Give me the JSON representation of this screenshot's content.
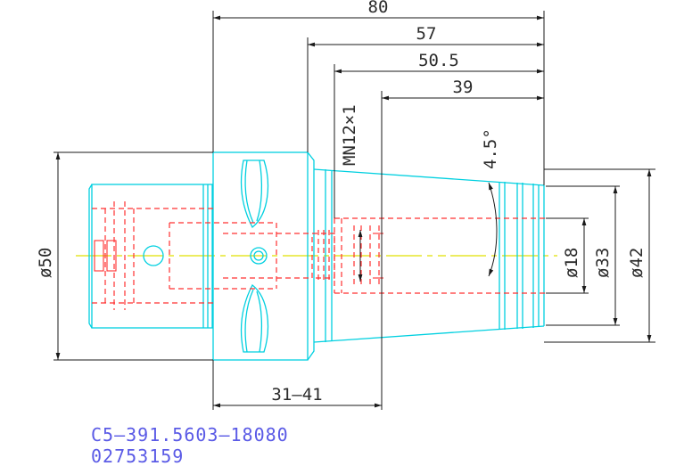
{
  "colors": {
    "outline": "#00d0e0",
    "hidden": "#ff3030",
    "dimension": "#1a1a1a",
    "centerline": "#e0e000",
    "code_text": "#5a5ae6"
  },
  "dimensions": {
    "overall_length": "80",
    "length_57": "57",
    "length_50_5": "50.5",
    "length_39": "39",
    "thread": "MN12×1",
    "taper_angle": "4.5°",
    "dia_50": "ø50",
    "dia_18": "ø18",
    "dia_33": "ø33",
    "dia_42": "ø42",
    "clamp_range": "31–41"
  },
  "part": {
    "order_code": "C5–391.5603–18080",
    "item_number": "02753159"
  }
}
